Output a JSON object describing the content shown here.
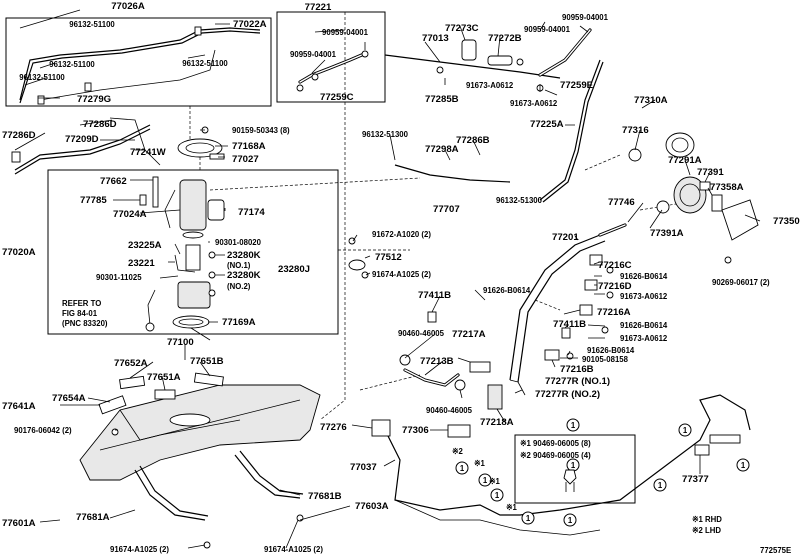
{
  "diagram_id": "772575E",
  "labels": {
    "l77026A": "77026A",
    "l77221": "77221",
    "l96132_51100a": "96132-51100",
    "l77022A": "77022A",
    "l96132_51100b": "96132-51100",
    "l96132_51100c": "96132-51100",
    "l96132_51100d": "96132-51100",
    "l77279G": "77279G",
    "l90959_04001a": "90959-04001",
    "l77273C": "77273C",
    "l90959_04001b": "90959-04001",
    "l90959_04001c": "90959-04001",
    "l77013": "77013",
    "l77272B": "77272B",
    "l90959_04001d": "90959-04001",
    "l91673_A0612a": "91673-A0612",
    "l77259E": "77259E",
    "l77285B": "77285B",
    "l77259C": "77259C",
    "l91673_A0612b": "91673-A0612",
    "l77286D_a": "77286D",
    "l77286D_b": "77286D",
    "l77209D": "77209D",
    "l77241W": "77241W",
    "l90159_50343": "90159-50343 (8)",
    "l77168A": "77168A",
    "l77027": "77027",
    "l96132_51300a": "96132-51300",
    "l77298A": "77298A",
    "l77286B": "77286B",
    "l77225A": "77225A",
    "l77310A": "77310A",
    "l77316": "77316",
    "l77291A": "77291A",
    "l77391": "77391",
    "l77358A": "77358A",
    "l77662": "77662",
    "l77785": "77785",
    "l77024A": "77024A",
    "l77174": "77174",
    "l77707": "77707",
    "l96132_51300b": "96132-51300",
    "l77746": "77746",
    "l77391A": "77391A",
    "l77350": "77350",
    "l77020A": "77020A",
    "l90301_08020": "90301-08020",
    "l23225A": "23225A",
    "l23280K_1": "23280K",
    "l23280K_1n": "(NO.1)",
    "l23221": "23221",
    "l23280J": "23280J",
    "l90301_11025": "90301-11025",
    "l23280K_2": "23280K",
    "l23280K_2n": "(NO.2)",
    "l91672_A1020": "91672-A1020 (2)",
    "l77512": "77512",
    "l91674_A1025a": "91674-A1025 (2)",
    "l77201": "77201",
    "l77216C": "77216C",
    "l91626_B0614a": "91626-B0614",
    "l77216D": "77216D",
    "l91673_A0612c": "91673-A0612",
    "l90269_06017": "90269-06017 (2)",
    "l77411B_a": "77411B",
    "l91626_B0614b": "91626-B0614",
    "l77216A": "77216A",
    "l91626_B0614c": "91626-B0614",
    "l91673_A0612d": "91673-A0612",
    "l77411B_b": "77411B",
    "l91626_B0614d": "91626-B0614",
    "l90105_08158": "90105-08158",
    "l77216B": "77216B",
    "l77277R_1": "77277R (NO.1)",
    "l77277R_2": "77277R (NO.2)",
    "l77169A": "77169A",
    "l77100": "77100",
    "l77652A": "77652A",
    "l77651B": "77651B",
    "l77651A": "77651A",
    "l77641A": "77641A",
    "l77654A": "77654A",
    "l90176_06042": "90176-06042 (2)",
    "l90460_46005a": "90460-46005",
    "l77217A": "77217A",
    "l77213B": "77213B",
    "l90460_46005b": "90460-46005",
    "l77218A": "77218A",
    "l77276": "77276",
    "l77306": "77306",
    "l77037": "77037",
    "l77377": "77377",
    "l77681B": "77681B",
    "l77603A": "77603A",
    "l77601A": "77601A",
    "l77681A": "77681A",
    "l91674_A1025b": "91674-A1025 (2)",
    "l91674_A1025c": "91674-A1025 (2)",
    "legend_1": "※1 90469-06005 (8)",
    "legend_2": "※2 90469-06005 (4)",
    "key_1": "※1 RHD",
    "key_2": "※2 LHD"
  },
  "refer_note": [
    "REFER TO",
    "FIG 84-01",
    "(PNC 83320)"
  ],
  "callout_marks": {
    "circle_1": "1",
    "star_1": "※1",
    "star_1_full": "※1",
    "star_2": "※2"
  }
}
